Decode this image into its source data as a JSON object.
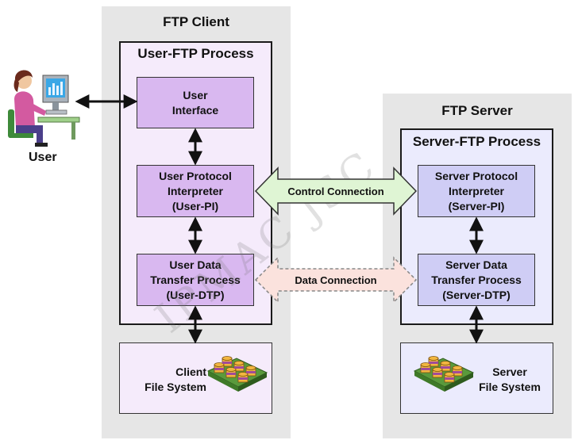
{
  "user": {
    "label": "User"
  },
  "client": {
    "title": "FTP Client",
    "process_title": "User-FTP Process",
    "interface": "User\nInterface",
    "pi": "User Protocol\nInterpreter\n(User-PI)",
    "dtp": "User Data\nTransfer Process\n(User-DTP)",
    "fs": "Client\nFile System"
  },
  "server": {
    "title": "FTP Server",
    "process_title": "Server-FTP Process",
    "pi": "Server Protocol\nInterpreter\n(Server-PI)",
    "dtp": "Server Data\nTransfer Process\n(Server-DTP)",
    "fs": "Server\nFile System"
  },
  "connections": {
    "control": "Control Connection",
    "data": "Data Connection"
  },
  "watermark": "IPMAC JSC",
  "colors": {
    "panel": "#e6e6e6",
    "client_box": "#d9b8f0",
    "server_box": "#cfcdf5",
    "control_arrow": "#dff5d4",
    "data_arrow": "#fbe2dd"
  }
}
